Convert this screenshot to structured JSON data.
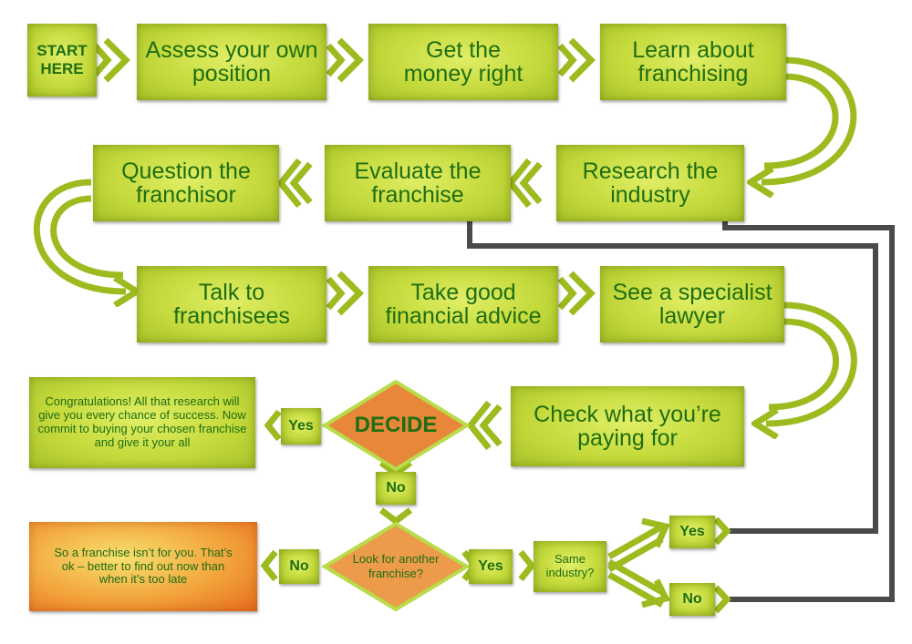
{
  "flow": {
    "start": "START HERE",
    "steps": {
      "assess": "Assess your own position",
      "money": "Get the money right",
      "learn": "Learn about franchising",
      "research": "Research the industry",
      "evaluate": "Evaluate the franchise",
      "question": "Question the franchisor",
      "talk": "Talk to franchisees",
      "advice": "Take good financial advice",
      "lawyer": "See a specialist lawyer",
      "check": "Check what you’re paying for"
    },
    "decide": "DECIDE",
    "yes_label": "Yes",
    "no_label": "No",
    "success_text": "Congratulations! All that research will give you every chance of success. Now commit to buying your chosen franchise and give it your all",
    "look_another": "Look for another franchise?",
    "not_for_you": "So a franchise isn’t for you. That’s ok – better to find out now than when it’s too late",
    "same_industry": "Same industry?"
  },
  "colors": {
    "box_green": "#c5da3c",
    "arrow_green": "#9dbb1e",
    "text_green": "#1f6e12",
    "decision_orange": "#e8873a",
    "loop_line": "#4a4a4a"
  }
}
